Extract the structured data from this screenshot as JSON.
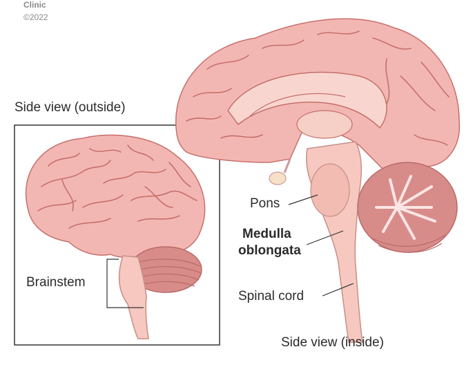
{
  "credit": {
    "line1": "Clinic",
    "line2": "©2022"
  },
  "labels": {
    "side_view_outside": "Side view (outside)",
    "brainstem": "Brainstem",
    "pons": "Pons",
    "medulla_line1": "Medulla",
    "medulla_line2": "oblongata",
    "spinal_cord": "Spinal cord",
    "side_view_inside": "Side view (inside)"
  },
  "colors": {
    "cortex": "#f3b7b3",
    "cortex_shadow": "#d98a86",
    "gyri_line": "#c66f6b",
    "cerebellum": "#d88c8a",
    "cerebellum_white": "#fbe6e4",
    "brainstem": "#f6c8c0",
    "box_border": "#333333"
  }
}
